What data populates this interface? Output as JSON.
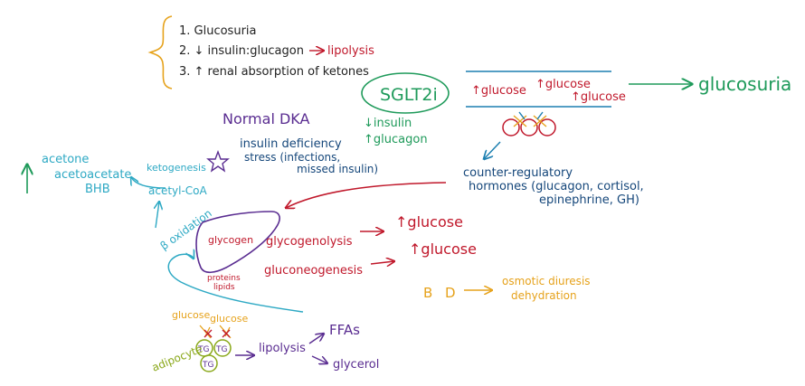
{
  "colors": {
    "black": "#222222",
    "red": "#c0182b",
    "green": "#1e9a5a",
    "purple": "#5a2d91",
    "blue": "#1c7fb0",
    "teal": "#2ea9c4",
    "orange": "#e6a21b",
    "olive": "#8aa81a",
    "darkblue": "#14467a"
  },
  "mechanism_list": {
    "item1": "1. Glucosuria",
    "item2_prefix": "2. ↓ insulin:glucagon",
    "item2_suffix": "lipolysis",
    "item3": "3. ↑ renal absorption of ketones"
  },
  "sglt2i": {
    "label": "SGLT2i",
    "insulin": "↓insulin",
    "glucagon": "↑glucagon"
  },
  "kidney": {
    "glucose1": "↑glucose",
    "glucose2": "↑glucose",
    "glucose3": "↑glucose",
    "result": "glucosuria"
  },
  "counter_regulatory": {
    "line1": "counter-regulatory",
    "line2": "hormones (glucagon, cortisol,",
    "line3": "epinephrine, GH)"
  },
  "normal_dka": {
    "title": "Normal DKA",
    "cause1": "insulin deficiency",
    "cause2": "stress (infections,",
    "cause3": "missed insulin)"
  },
  "ketones": {
    "arrow": "↑",
    "acetone": "acetone",
    "acetoacetate": "acetoacetate",
    "bhb": "BHB",
    "ketogenesis": "ketogenesis",
    "acetyl_coa": "acetyl-CoA",
    "beta_oxidation": "β oxidation"
  },
  "liver": {
    "glycogen": "glycogen",
    "proteins": "proteins",
    "lipids": "lipids"
  },
  "pathways": {
    "glycogenolysis": "glycogenolysis",
    "glycogenolysis_result": "↑glucose",
    "gluconeogenesis": "gluconeogenesis",
    "gluconeogenesis_result": "↑glucose"
  },
  "symptoms": {
    "left_mark": "B",
    "right_mark": "D",
    "line1": "osmotic diuresis",
    "line2": "dehydration"
  },
  "adipocyte": {
    "glucose1": "glucose",
    "glucose2": "glucose",
    "label": "adipocyte",
    "tg1": "TG",
    "tg2": "TG",
    "tg3": "TG",
    "lipolysis": "lipolysis",
    "ffas": "FFAs",
    "glycerol": "glycerol"
  }
}
